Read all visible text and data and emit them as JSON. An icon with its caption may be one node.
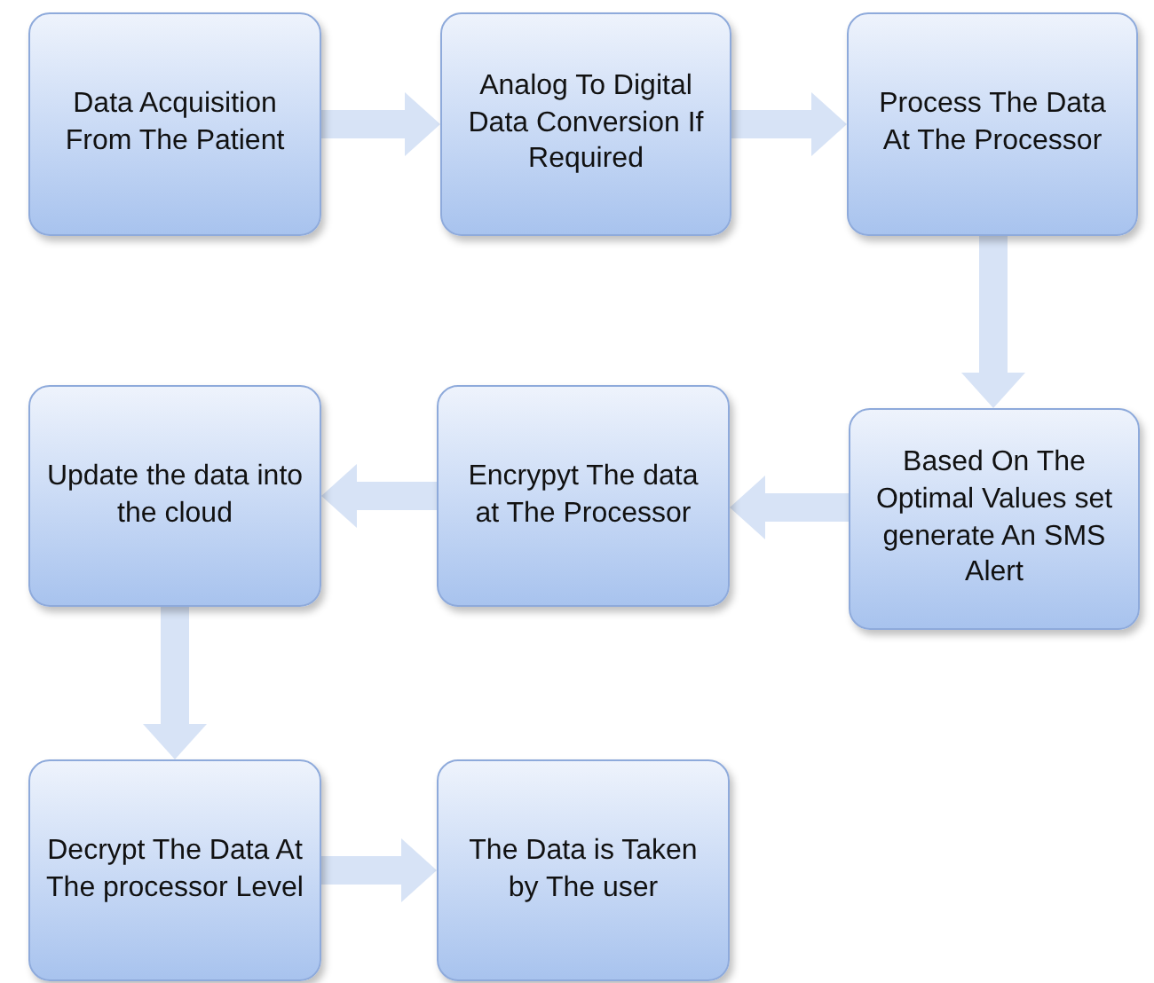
{
  "diagram": {
    "nodes": [
      {
        "text": [
          "Data Acquisition From The Patient"
        ]
      },
      {
        "text": [
          "Analog To Digital Data Conversion If Required"
        ]
      },
      {
        "text": [
          "Process The Data At The Processor"
        ]
      },
      {
        "text": [
          "Based On The Optimal Values set generate An SMS Alert"
        ]
      },
      {
        "text": [
          "Encrypyt The data at The Processor"
        ]
      },
      {
        "text": [
          "Update the data into the cloud"
        ]
      },
      {
        "text": [
          "Decrypt The Data At The processor Level"
        ]
      },
      {
        "text": [
          "The Data is Taken by The user"
        ]
      }
    ],
    "edges": [
      {
        "from": 0,
        "to": 1,
        "arrow": "to"
      },
      {
        "from": 1,
        "to": 2,
        "arrow": "to"
      },
      {
        "from": 2,
        "to": 3,
        "arrow": "to"
      },
      {
        "from": 3,
        "to": 4,
        "arrow": "to"
      },
      {
        "from": 4,
        "to": 5,
        "arrow": "to"
      },
      {
        "from": 5,
        "to": 6,
        "arrow": "to"
      },
      {
        "from": 6,
        "to": 7,
        "arrow": "to"
      }
    ]
  }
}
